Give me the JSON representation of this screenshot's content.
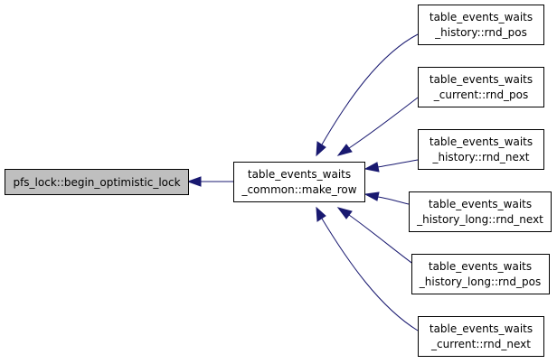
{
  "graph": {
    "nodes": {
      "begin_optimistic_lock": {
        "lines": [
          "pfs_lock::begin_optimistic_lock"
        ]
      },
      "make_row": {
        "lines": [
          "table_events_waits",
          "_common::make_row"
        ]
      },
      "history_rnd_pos": {
        "lines": [
          "table_events_waits",
          "_history::rnd_pos"
        ]
      },
      "current_rnd_pos": {
        "lines": [
          "table_events_waits",
          "_current::rnd_pos"
        ]
      },
      "history_rnd_next": {
        "lines": [
          "table_events_waits",
          "_history::rnd_next"
        ]
      },
      "history_long_rnd_next": {
        "lines": [
          "table_events_waits",
          "_history_long::rnd_next"
        ]
      },
      "history_long_rnd_pos": {
        "lines": [
          "table_events_waits",
          "_history_long::rnd_pos"
        ]
      },
      "current_rnd_next": {
        "lines": [
          "table_events_waits",
          "_current::rnd_next"
        ]
      }
    },
    "edge_color": "#191970",
    "root_fill": "#bfbfbf"
  }
}
